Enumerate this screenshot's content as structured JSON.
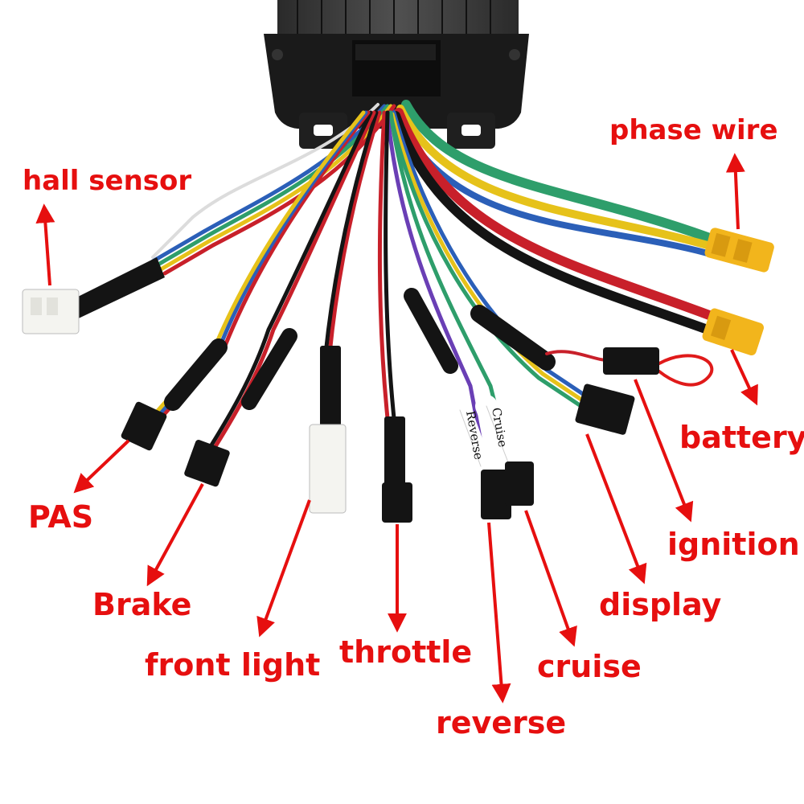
{
  "labels": {
    "hall_sensor": "hall sensor",
    "phase_wire": "phase wire",
    "battery": "battery",
    "ignition": "ignition",
    "display": "display",
    "cruise": "cruise",
    "reverse": "reverse",
    "throttle": "throttle",
    "front_light": "front light",
    "brake": "Brake",
    "pas": "PAS"
  },
  "wire_tags": {
    "reverse": "Reverse",
    "cruise": "Cruise"
  },
  "colors": {
    "label_red": "#e60f0f",
    "controller_body": "#1a1a1a",
    "phase_green": "#2e9e6b",
    "phase_yellow": "#e6c21a",
    "phase_blue": "#2b5fb8",
    "battery_red": "#c8202a",
    "connector_yellow": "#f2b51c",
    "connector_white": "#f4f4f0"
  },
  "icons": {
    "arrows": "red-arrow-icon",
    "body": "controller-box-icon"
  }
}
